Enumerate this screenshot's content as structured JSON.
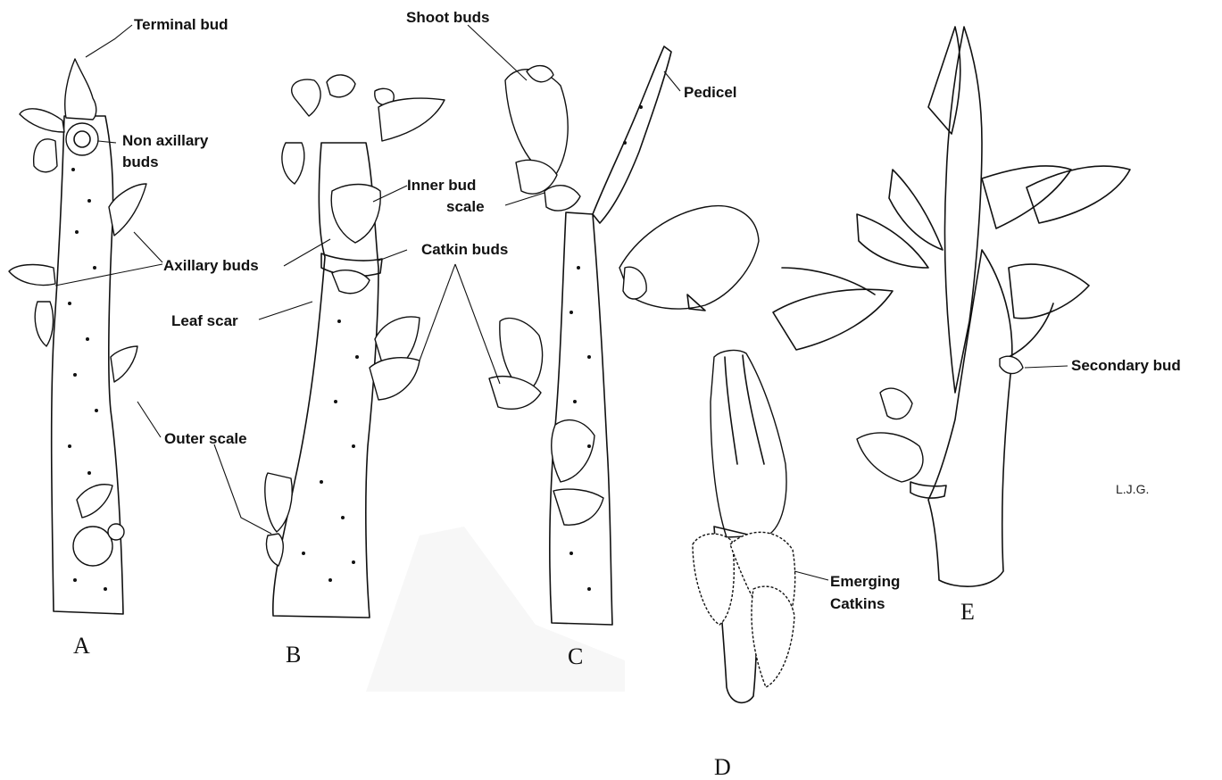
{
  "labels": {
    "terminal_bud": "Terminal bud",
    "non_axillary_buds_1": "Non axillary",
    "non_axillary_buds_2": "buds",
    "axillary_buds": "Axillary buds",
    "leaf_scar": "Leaf scar",
    "outer_scale": "Outer scale",
    "inner_bud_scale_1": "Inner bud",
    "inner_bud_scale_2": "scale",
    "catkin_buds": "Catkin buds",
    "shoot_buds": "Shoot buds",
    "pedicel": "Pedicel",
    "emerging_catkins_1": "Emerging",
    "emerging_catkins_2": "Catkins",
    "secondary_bud": "Secondary bud"
  },
  "panels": {
    "a": "A",
    "b": "B",
    "c": "C",
    "d": "D",
    "e": "E"
  },
  "artist_initials": "L.J.G."
}
